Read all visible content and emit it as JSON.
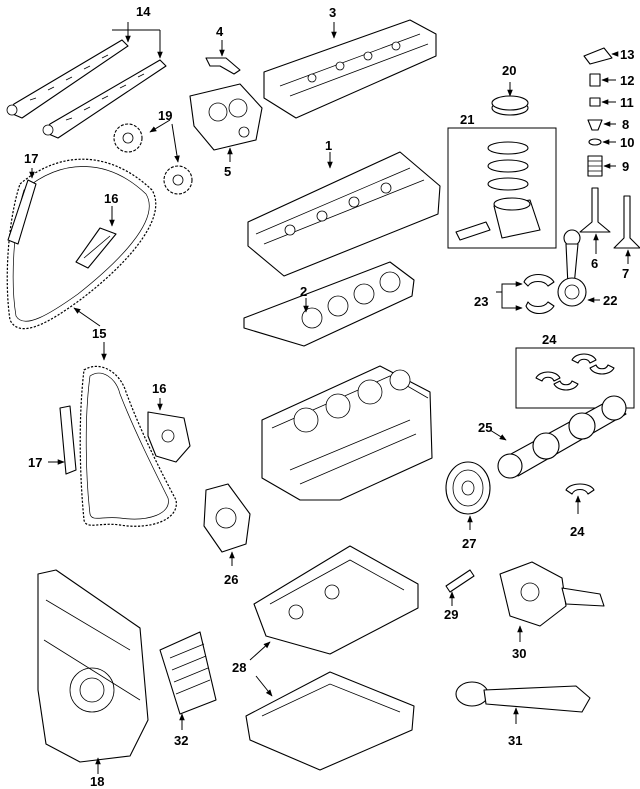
{
  "callouts": {
    "c1": "1",
    "c2": "2",
    "c3": "3",
    "c4": "4",
    "c5": "5",
    "c6": "6",
    "c7": "7",
    "c8": "8",
    "c9": "9",
    "c10": "10",
    "c11": "11",
    "c12": "12",
    "c13": "13",
    "c14": "14",
    "c15": "15",
    "c16a": "16",
    "c16b": "16",
    "c17a": "17",
    "c17b": "17",
    "c18": "18",
    "c19": "19",
    "c20": "20",
    "c21": "21",
    "c22": "22",
    "c23": "23",
    "c24a": "24",
    "c24b": "24",
    "c25": "25",
    "c26": "26",
    "c27": "27",
    "c28": "28",
    "c29": "29",
    "c30": "30",
    "c31": "31",
    "c32": "32"
  }
}
